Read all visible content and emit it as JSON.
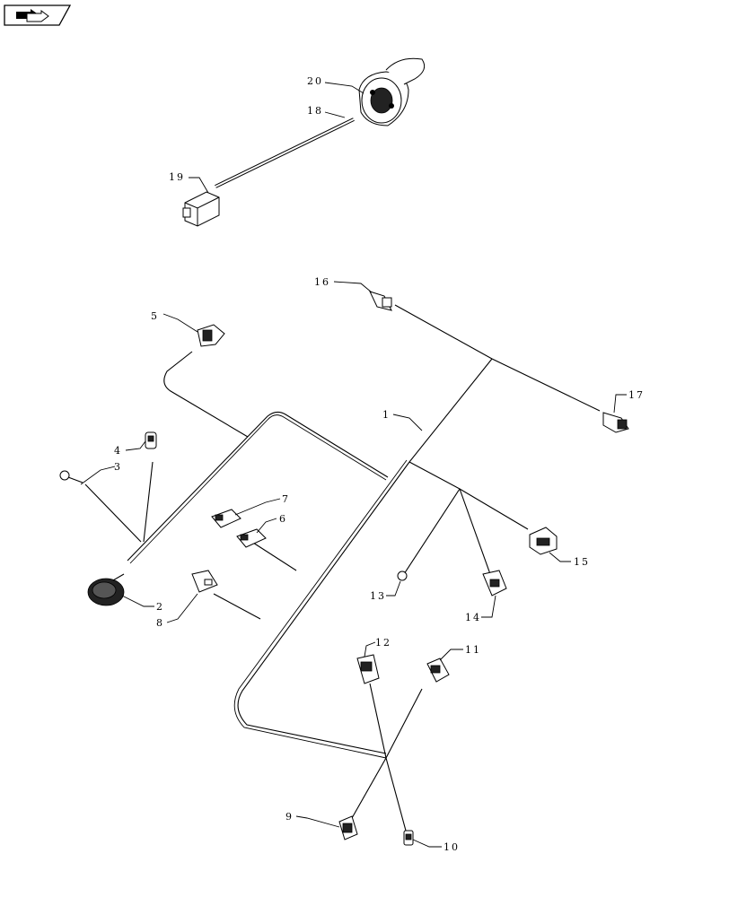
{
  "nav_icon": "forward-arrow-tab-icon",
  "callouts": {
    "c1": "1",
    "c2": "2",
    "c3": "3",
    "c4": "4",
    "c5": "5",
    "c6": "6",
    "c7": "7",
    "c8": "8",
    "c9": "9",
    "c10": "10",
    "c11": "11",
    "c12": "12",
    "c13": "13",
    "c14": "14",
    "c15": "15",
    "c16": "16",
    "c17": "17",
    "c18": "18",
    "c19": "19",
    "c20": "20"
  }
}
